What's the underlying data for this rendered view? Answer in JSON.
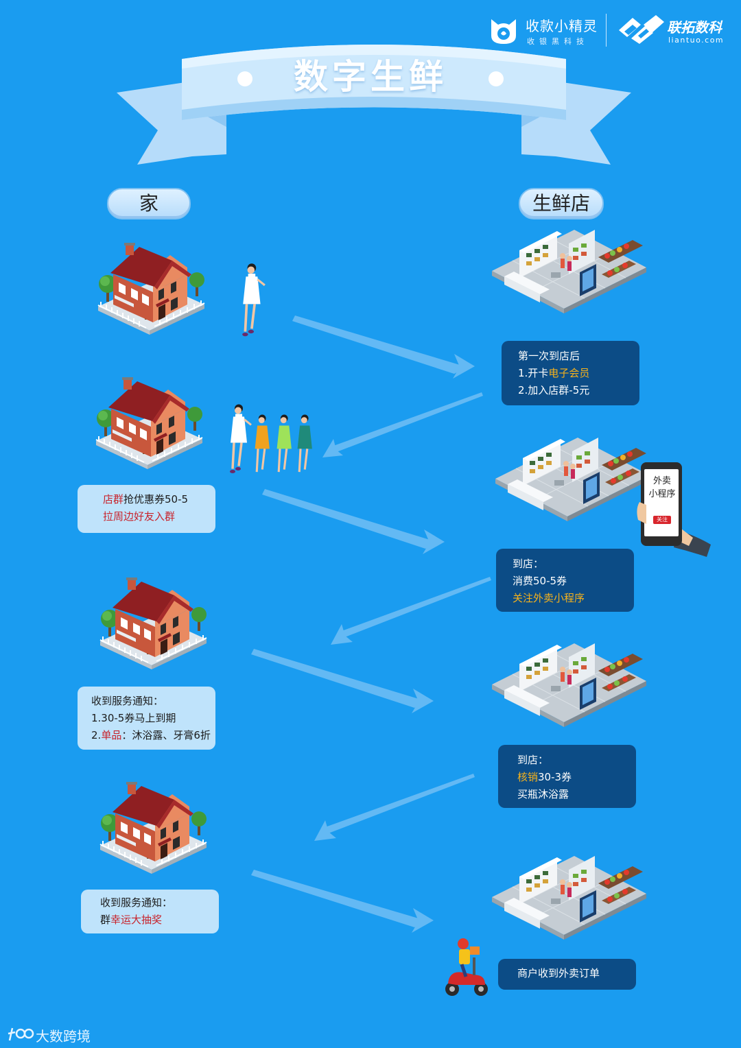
{
  "header": {
    "brand_left_name": "收款小精灵",
    "brand_left_slogan": "收银黑科技",
    "brand_right_name": "联拓数科",
    "brand_right_domain": "liantuo.com"
  },
  "title": "数字生鲜",
  "sections": {
    "home_label": "家",
    "store_label": "生鲜店"
  },
  "steps": {
    "store_1": {
      "line1": "第一次到店后",
      "line2_prefix": "1.开卡",
      "line2_highlight": "电子会员",
      "line3": "2.加入店群-5元"
    },
    "home_2": {
      "line1_highlight": "店群",
      "line1_rest": "抢优惠券50-5",
      "line2": "拉周边好友入群"
    },
    "store_2": {
      "line1": "到店：",
      "line2": "消费50-5券",
      "line3_highlight": "关注外卖小程序"
    },
    "home_3": {
      "line1": "收到服务通知：",
      "line2": "1.30-5券马上到期",
      "line3_prefix": "2.",
      "line3_highlight": "单品",
      "line3_rest": "：沐浴露、牙膏6折"
    },
    "store_3": {
      "line1": "到店：",
      "line2_highlight": "核销",
      "line2_rest": "30-3券",
      "line3": "买瓶沐浴露"
    },
    "home_4": {
      "line1": "收到服务通知：",
      "line2_prefix": "群",
      "line2_highlight": "幸运大抽奖"
    },
    "store_4": {
      "line1": "商户收到外卖订单"
    }
  },
  "phone": {
    "screen_line1": "外卖",
    "screen_line2": "小程序",
    "button": "关注"
  },
  "watermark": "大数跨境",
  "colors": {
    "background": "#1a9cf0",
    "dark_box": "#0c4c86",
    "light_box": "#bfe3fb",
    "highlight_yellow": "#f7b21b",
    "highlight_red": "#c8232b"
  }
}
